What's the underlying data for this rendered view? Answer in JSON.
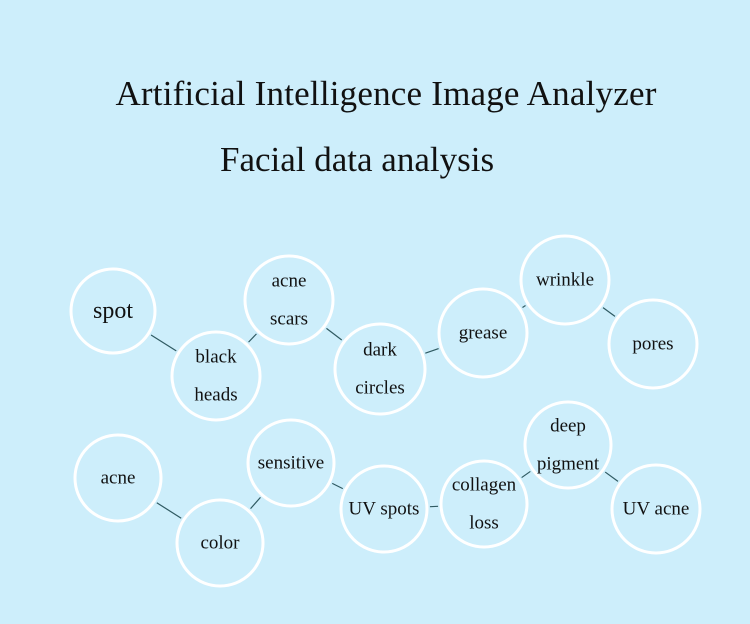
{
  "title": "Artificial Intelligence Image Analyzer",
  "subtitle": "Facial data analysis",
  "colors": {
    "background": "#cdeefb",
    "circle_outline": "#ffffff",
    "connector": "#2f5a62"
  },
  "nodes": [
    {
      "id": "spot",
      "lines": [
        "spot"
      ]
    },
    {
      "id": "blackheads",
      "lines": [
        "black",
        "heads"
      ]
    },
    {
      "id": "acne-scars",
      "lines": [
        "acne",
        "scars"
      ]
    },
    {
      "id": "dark-circles",
      "lines": [
        "dark",
        "circles"
      ]
    },
    {
      "id": "grease",
      "lines": [
        "grease"
      ]
    },
    {
      "id": "wrinkle",
      "lines": [
        "wrinkle"
      ]
    },
    {
      "id": "pores",
      "lines": [
        "pores"
      ]
    },
    {
      "id": "acne",
      "lines": [
        "acne"
      ]
    },
    {
      "id": "color",
      "lines": [
        "color"
      ]
    },
    {
      "id": "sensitive",
      "lines": [
        "sensitive"
      ]
    },
    {
      "id": "uv-spots",
      "lines": [
        "UV spots"
      ]
    },
    {
      "id": "collagen-loss",
      "lines": [
        "collagen",
        "loss"
      ]
    },
    {
      "id": "deep-pigment",
      "lines": [
        "deep",
        "pigment"
      ]
    },
    {
      "id": "uv-acne",
      "lines": [
        "UV acne"
      ]
    }
  ],
  "edges": [
    [
      "spot",
      "blackheads"
    ],
    [
      "blackheads",
      "acne-scars"
    ],
    [
      "acne-scars",
      "dark-circles"
    ],
    [
      "dark-circles",
      "grease"
    ],
    [
      "grease",
      "wrinkle"
    ],
    [
      "wrinkle",
      "pores"
    ],
    [
      "acne",
      "color"
    ],
    [
      "color",
      "sensitive"
    ],
    [
      "sensitive",
      "uv-spots"
    ],
    [
      "uv-spots",
      "collagen-loss"
    ],
    [
      "collagen-loss",
      "deep-pigment"
    ],
    [
      "deep-pigment",
      "uv-acne"
    ]
  ]
}
